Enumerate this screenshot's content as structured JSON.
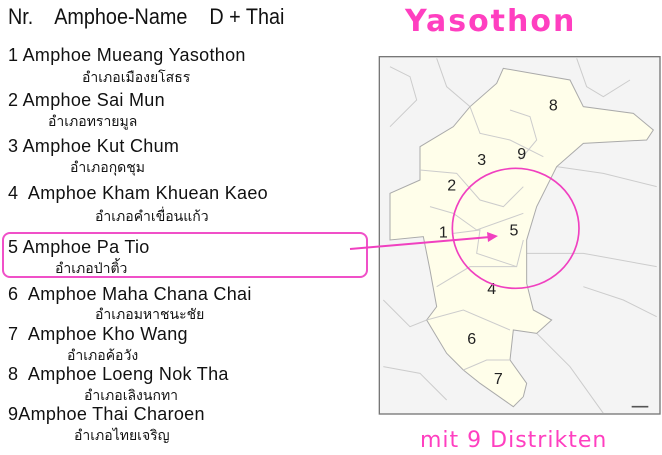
{
  "header": "Nr.    Amphoe-Name    D + Thai",
  "title": "Yasothon",
  "subtitle": "mit 9 Distrikten",
  "accent": "#ff3fc0",
  "districts": [
    {
      "en": "1 Amphoe Mueang Yasothon",
      "th": "อำเภอเมืองยโสธร",
      "num": "1"
    },
    {
      "en": "2 Amphoe Sai Mun",
      "th": "อำเภอทรายมูล",
      "num": "2"
    },
    {
      "en": "3 Amphoe Kut Chum",
      "th": "อำเภอกุดชุม",
      "num": "3"
    },
    {
      "en": "4  Amphoe Kham Khuean Kaeo",
      "th": "อำเภอคำเขื่อนแก้ว",
      "num": "4"
    },
    {
      "en": "5 Amphoe Pa Tio",
      "th": "อำเภอป่าติ้ว",
      "num": "5"
    },
    {
      "en": "6  Amphoe Maha Chana Chai",
      "th": "อำเภอมหาชนะชัย",
      "num": "6"
    },
    {
      "en": "7  Amphoe Kho Wang",
      "th": "อำเภอค้อวัง",
      "num": "7"
    },
    {
      "en": "8  Amphoe Loeng Nok Tha",
      "th": "อำเภอเลิงนกทา",
      "num": "8"
    },
    {
      "en": "9Amphoe Thai Charoen",
      "th": "อำเภอไทยเจริญ",
      "num": "9"
    }
  ]
}
